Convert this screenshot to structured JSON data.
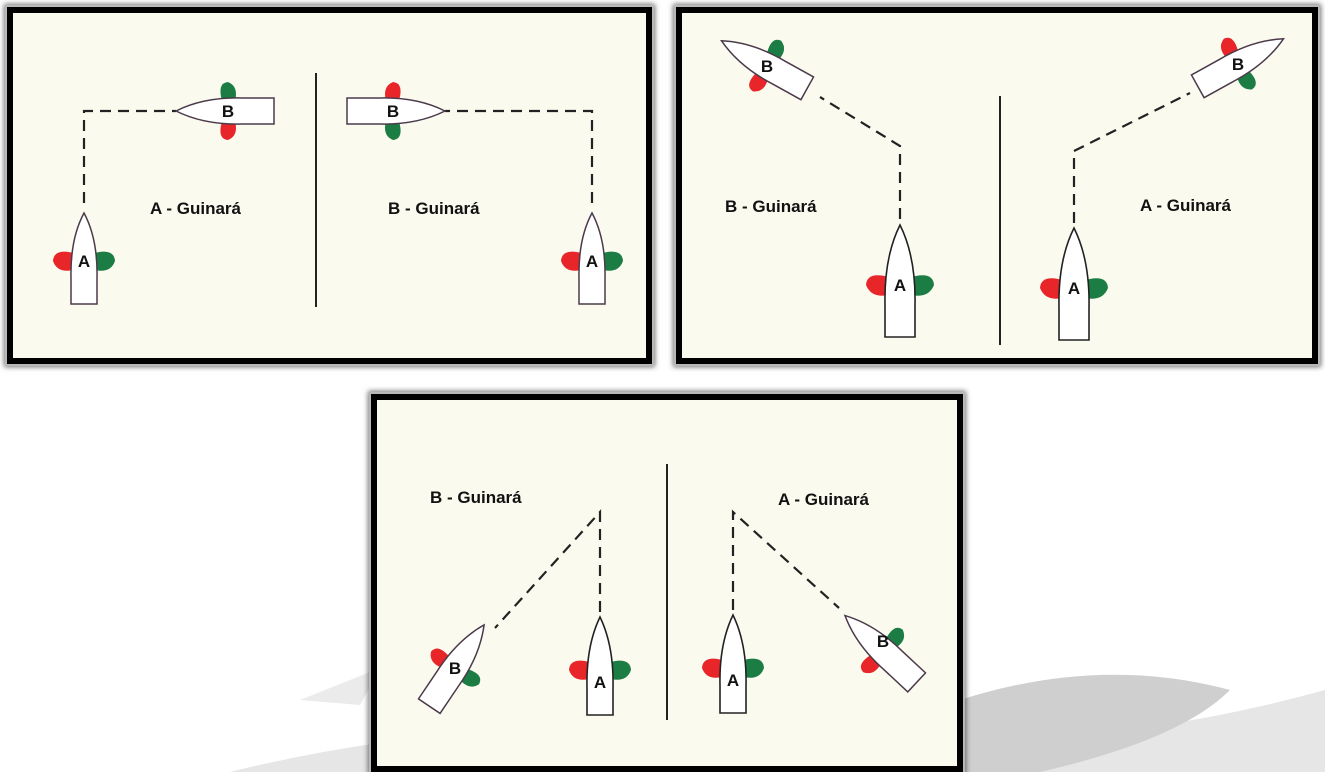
{
  "colors": {
    "background": "#ffffff",
    "panel_bg": "#fbfaef",
    "panel_border": "#000000",
    "port_light": "#e8262a",
    "starboard_light": "#1b7d44",
    "hull_fill": "#ffffff",
    "hull_stroke": "#4a3a4a",
    "divider": "#222222"
  },
  "panels": [
    {
      "left_caption": "A - Guinará",
      "right_caption": "B - Guinará",
      "boats": [
        "A",
        "B",
        "B",
        "A"
      ]
    },
    {
      "left_caption": "B - Guinará",
      "right_caption": "A - Guinará",
      "boats": [
        "B",
        "A",
        "B",
        "A"
      ]
    },
    {
      "left_caption": "B - Guinará",
      "right_caption": "A - Guinará",
      "boats": [
        "B",
        "A",
        "A",
        "B"
      ]
    }
  ]
}
